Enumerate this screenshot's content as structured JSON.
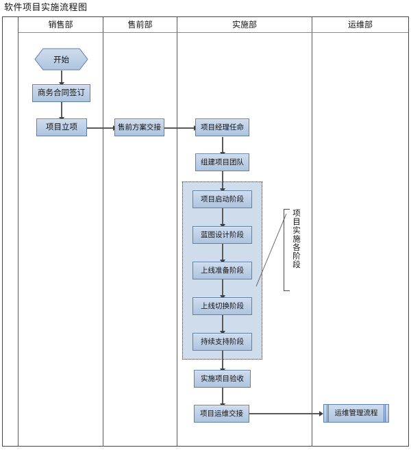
{
  "diagram": {
    "title": "软件项目实施流程图",
    "lanes": [
      {
        "id": "sales",
        "label": "销售部"
      },
      {
        "id": "presale",
        "label": "售前部"
      },
      {
        "id": "impl",
        "label": "实施部"
      },
      {
        "id": "ops",
        "label": "运维部"
      }
    ],
    "nodes": [
      {
        "id": "start",
        "label": "开始",
        "lane": "sales",
        "shape": "hexagon"
      },
      {
        "id": "contract",
        "label": "商务合同签订",
        "lane": "sales",
        "shape": "process"
      },
      {
        "id": "initiation",
        "label": "项目立项",
        "lane": "sales",
        "shape": "process"
      },
      {
        "id": "handover",
        "label": "售前方案交接",
        "lane": "presale",
        "shape": "process"
      },
      {
        "id": "pm_appoint",
        "label": "项目经理任命",
        "lane": "impl",
        "shape": "process"
      },
      {
        "id": "team_build",
        "label": "组建项目团队",
        "lane": "impl",
        "shape": "process"
      },
      {
        "id": "phase_kickoff",
        "label": "项目启动阶段",
        "lane": "impl",
        "shape": "process"
      },
      {
        "id": "phase_design",
        "label": "蓝图设计阶段",
        "lane": "impl",
        "shape": "process"
      },
      {
        "id": "phase_prep",
        "label": "上线准备阶段",
        "lane": "impl",
        "shape": "process"
      },
      {
        "id": "phase_cutover",
        "label": "上线切换阶段",
        "lane": "impl",
        "shape": "process"
      },
      {
        "id": "phase_support",
        "label": "持续支持阶段",
        "lane": "impl",
        "shape": "process"
      },
      {
        "id": "acceptance",
        "label": "实施项目验收",
        "lane": "impl",
        "shape": "process"
      },
      {
        "id": "ops_handover",
        "label": "项目运维交接",
        "lane": "impl",
        "shape": "process"
      },
      {
        "id": "ops_process",
        "label": "运维管理流程",
        "lane": "ops",
        "shape": "predefined-process"
      }
    ],
    "annotation": {
      "label": "项目实施各阶段"
    },
    "colors": {
      "node_fill": "#bdcfe6",
      "node_border": "#5c7fae",
      "group_fill": "#cfdcec",
      "group_border": "#2b2b2b",
      "connector": "#595959",
      "lane_border": "#555555"
    }
  }
}
